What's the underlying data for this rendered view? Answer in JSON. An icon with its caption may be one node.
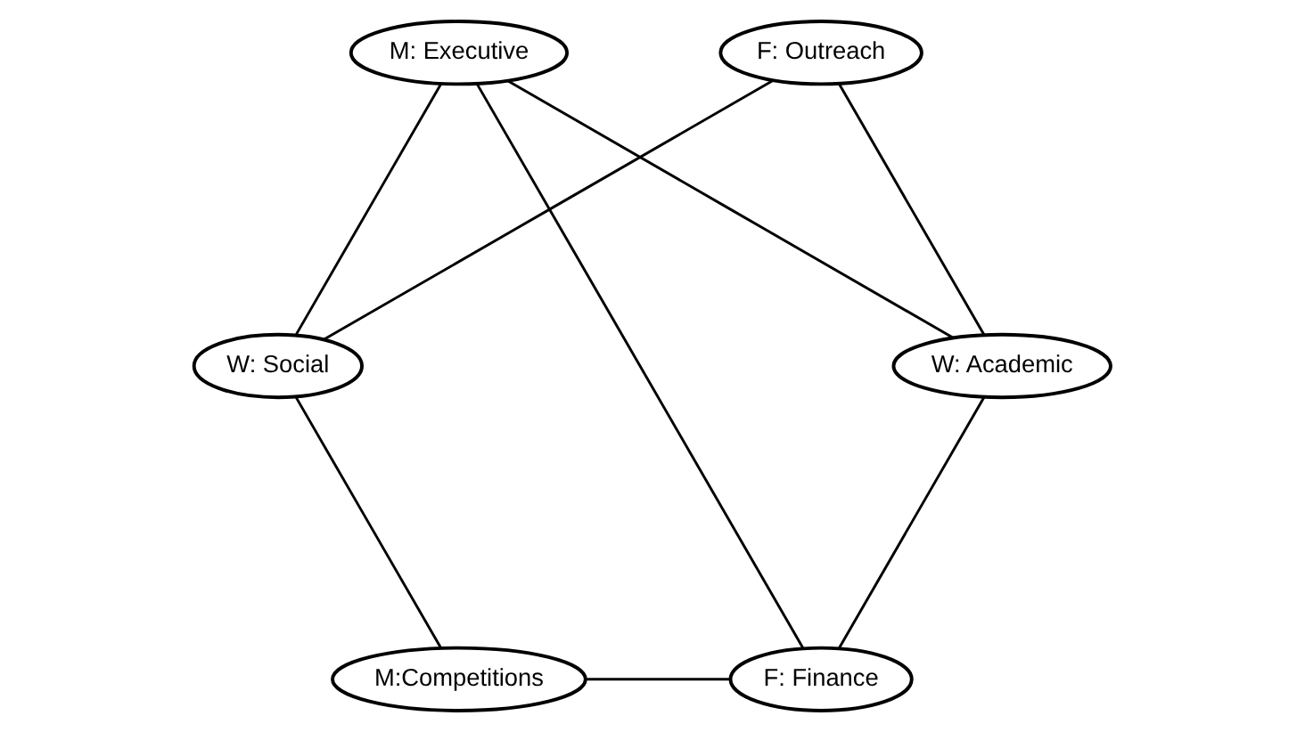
{
  "diagram": {
    "nodes": [
      {
        "text": [
          "M: Executive"
        ]
      },
      {
        "text": [
          "W: Academic"
        ]
      },
      {
        "text": [
          "F: Outreach"
        ]
      },
      {
        "text": [
          "M:Competitions"
        ]
      },
      {
        "text": [
          "F: Finance"
        ]
      },
      {
        "text": [
          "W: Social"
        ]
      }
    ],
    "edges": [
      {
        "from": 1,
        "to": 0,
        "arrow": "none"
      },
      {
        "from": 0,
        "to": 5,
        "arrow": "none"
      },
      {
        "from": 0,
        "to": 4,
        "arrow": "none"
      },
      {
        "from": 1,
        "to": 2,
        "arrow": "none"
      },
      {
        "from": 1,
        "to": 4,
        "arrow": "none"
      },
      {
        "from": 3,
        "to": 4,
        "arrow": "none"
      },
      {
        "from": 3,
        "to": 5,
        "arrow": "none"
      },
      {
        "from": 5,
        "to": 2,
        "arrow": "none"
      }
    ]
  }
}
